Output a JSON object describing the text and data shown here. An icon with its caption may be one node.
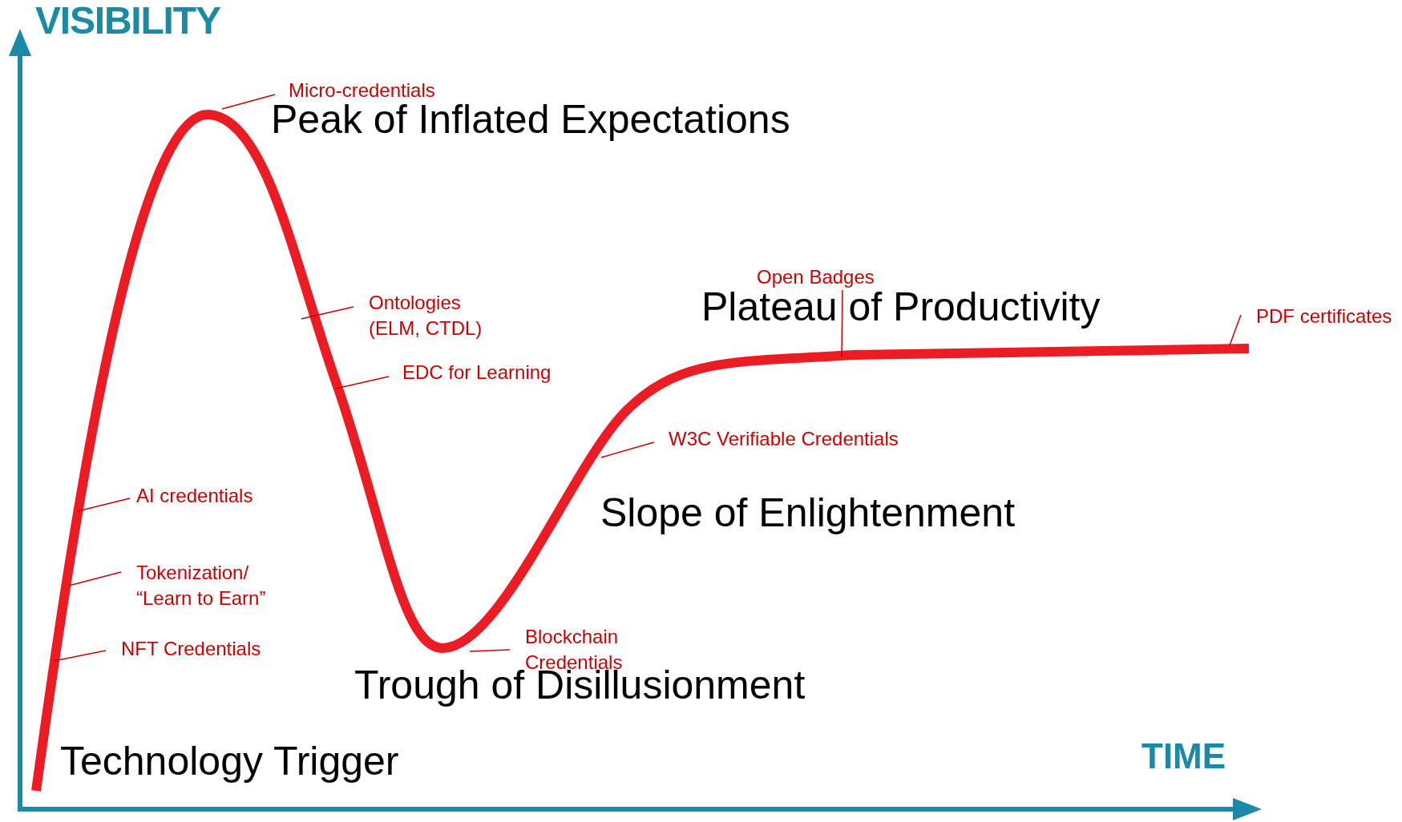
{
  "diagram": {
    "nodes": [
      {
        "text": [
          "Micro-credentials"
        ]
      },
      {
        "text": [
          "Ontologies (ELM, CTDL)"
        ]
      },
      {
        "text": [
          "EDC for Learning"
        ]
      },
      {
        "text": [
          "W3C Verifiable Credentials"
        ]
      },
      {
        "text": [
          "Open Badges"
        ]
      },
      {
        "text": [
          "PDF certificates"
        ]
      },
      {
        "text": [
          "AI credentials"
        ]
      },
      {
        "text": [
          "Tokenization/ “Learn to Earn”"
        ]
      },
      {
        "text": [
          "NFT Credentials"
        ]
      },
      {
        "text": [
          "Blockchain Credentials"
        ]
      }
    ],
    "edges": [
      {
        "from": 0,
        "to": null,
        "arrow": "none"
      },
      {
        "from": 1,
        "to": null,
        "arrow": "none"
      },
      {
        "from": 2,
        "to": null,
        "arrow": "none"
      },
      {
        "from": 3,
        "to": null,
        "arrow": "none"
      },
      {
        "from": 4,
        "to": null,
        "arrow": "none"
      },
      {
        "from": 5,
        "to": null,
        "arrow": "none"
      },
      {
        "from": 6,
        "to": null,
        "arrow": "none"
      },
      {
        "from": 7,
        "to": null,
        "arrow": "none"
      },
      {
        "from": 8,
        "to": null,
        "arrow": "none"
      },
      {
        "from": 9,
        "to": null,
        "arrow": "none"
      }
    ],
    "labels": [
      "VISIBILITY",
      "Peak of Inflated Expectations",
      "Plateau of Productivity",
      "Slope of Enlightenment",
      "Trough of Disillusionment",
      "Technology Trigger",
      "TIME"
    ]
  }
}
